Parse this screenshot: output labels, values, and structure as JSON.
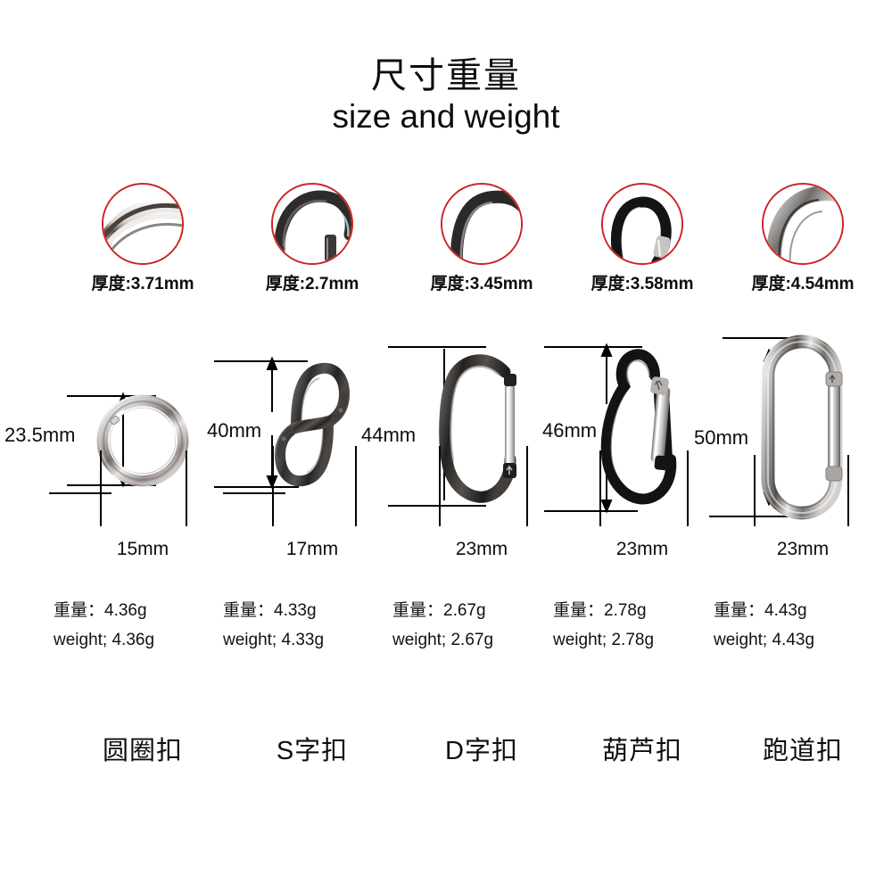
{
  "title": {
    "cn": "尺寸重量",
    "en": "size and weight"
  },
  "colors": {
    "detail_circle_stroke": "#cc2222",
    "dimension_line": "#000000",
    "text": "#0d0d0d",
    "metal_silver": "#b9b9bd",
    "metal_gunmetal": "#3a3a3c",
    "metal_black": "#1a1a1a"
  },
  "products": [
    {
      "name_cn": "圆圈扣",
      "thickness_label": "厚度:3.71mm",
      "thickness_value": "3.71mm",
      "height_label": "23.5mm",
      "width_label": "15mm",
      "weight_cn": "重量：4.36g",
      "weight_en": "weight;  4.36g",
      "weight_value": "4.36g",
      "finish": "silver"
    },
    {
      "name_cn": "S字扣",
      "thickness_label": "厚度:2.7mm",
      "thickness_value": "2.7mm",
      "height_label": "40mm",
      "width_label": "17mm",
      "weight_cn": "重量：4.33g",
      "weight_en": "weight;  4.33g",
      "weight_value": "4.33g",
      "finish": "gunmetal"
    },
    {
      "name_cn": "D字扣",
      "thickness_label": "厚度:3.45mm",
      "thickness_value": "3.45mm",
      "height_label": "44mm",
      "width_label": "23mm",
      "weight_cn": "重量：2.67g",
      "weight_en": "weight;  2.67g",
      "weight_value": "2.67g",
      "finish": "gunmetal"
    },
    {
      "name_cn": "葫芦扣",
      "thickness_label": "厚度:3.58mm",
      "thickness_value": "3.58mm",
      "height_label": "46mm",
      "width_label": "23mm",
      "weight_cn": "重量：2.78g",
      "weight_en": "weight;  2.78g",
      "weight_value": "2.78g",
      "finish": "black"
    },
    {
      "name_cn": "跑道扣",
      "thickness_label": "厚度:4.54mm",
      "thickness_value": "4.54mm",
      "height_label": "50mm",
      "width_label": "23mm",
      "weight_cn": "重量：4.43g",
      "weight_en": "weight;  4.43g",
      "weight_value": "4.43g",
      "finish": "silver"
    }
  ]
}
